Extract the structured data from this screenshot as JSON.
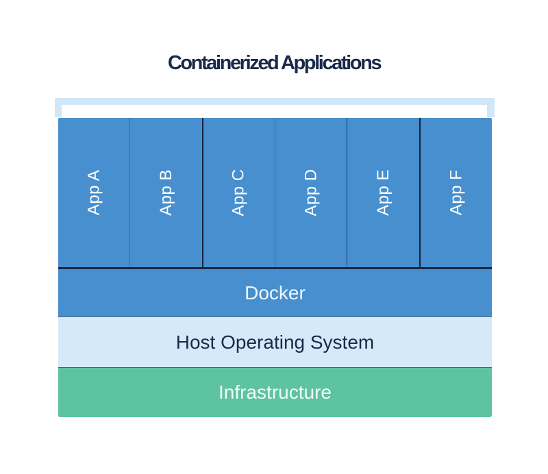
{
  "title": "Containerized Applications",
  "apps": [
    "App A",
    "App B",
    "App C",
    "App D",
    "App E",
    "App F"
  ],
  "layers": {
    "docker": "Docker",
    "host_os": "Host Operating System",
    "infrastructure": "Infrastructure"
  },
  "colors": {
    "app-blue": "#478fce",
    "bracket-blue": "#cfe7f8",
    "host-blue": "#d6e9f8",
    "infra-green": "#5ec3a0",
    "navy": "#1a2a4a",
    "divider": "#14233f"
  }
}
